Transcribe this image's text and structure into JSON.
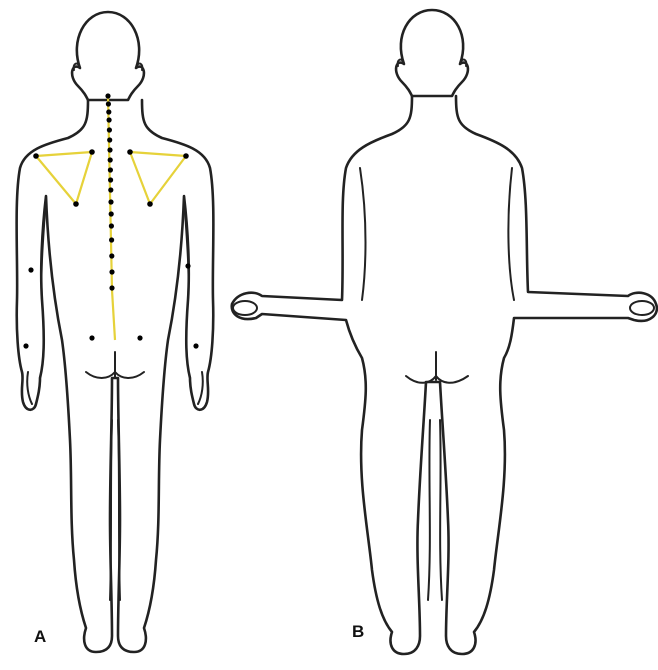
{
  "figure": {
    "panels": [
      {
        "id": "A",
        "label": "A",
        "view": "posterior",
        "arms": "down"
      },
      {
        "id": "B",
        "label": "B",
        "view": "posterior",
        "arms": "abducted 90°"
      }
    ],
    "colors": {
      "outline": "#222222",
      "landmark_lines": "#e6d23a",
      "markers": "#000000",
      "background": "#ffffff"
    },
    "markers": {
      "spine_vertebral_points": 18,
      "scapula_triangle_vertices": 6,
      "elbow_points": 2,
      "wrist_points": 2,
      "pelvis_points": 2
    }
  }
}
